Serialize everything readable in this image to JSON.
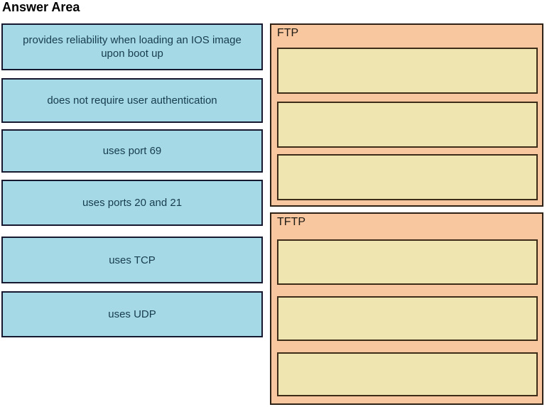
{
  "title": "Answer Area",
  "colors": {
    "item_fill": "#A5D9E6",
    "item_border": "#16182F",
    "item_text": "#173C4E",
    "panel_fill": "#F8C79F",
    "panel_border": "#2E2216",
    "slot_fill": "#EEE5B0",
    "slot_border": "#3D2C18"
  },
  "draggable_items": [
    {
      "label": "provides reliability when loading an IOS image upon boot up"
    },
    {
      "label": "does not require user authentication"
    },
    {
      "label": "uses port 69"
    },
    {
      "label": "uses ports 20 and 21"
    },
    {
      "label": "uses TCP"
    },
    {
      "label": "uses UDP"
    }
  ],
  "drop_groups": [
    {
      "label": "FTP",
      "slot_count": 3
    },
    {
      "label": "TFTP",
      "slot_count": 3
    }
  ]
}
